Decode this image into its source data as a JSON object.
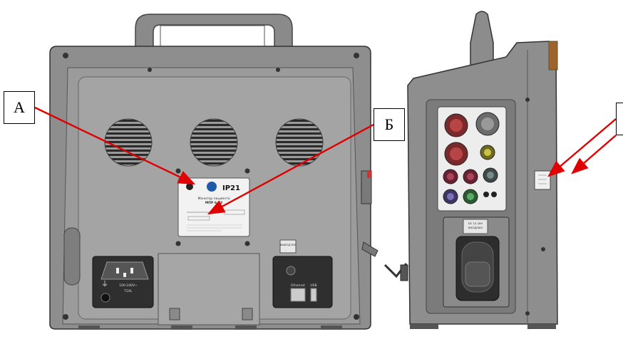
{
  "labels": {
    "callout_a": "А",
    "callout_b": "Б",
    "callout_c": ""
  },
  "device": {
    "model_tag": "IP21",
    "label_line1": "Монитор пациента",
    "label_line2": "МПР 6-03",
    "port_ethernet": "Ethernet",
    "port_usb": "USB",
    "power_rating": "100-240V~",
    "power_fuse": "T2AL",
    "sticker_text": "ВЫХОД DVI",
    "side_sticker": "ВХОД/ЗАЗ",
    "side_sticker2": "DC 12-18V"
  },
  "colors": {
    "arrow": "#e00000",
    "body": "#8f8f8f",
    "panel": "#a9a9a9",
    "dark": "#2e2e2e"
  }
}
